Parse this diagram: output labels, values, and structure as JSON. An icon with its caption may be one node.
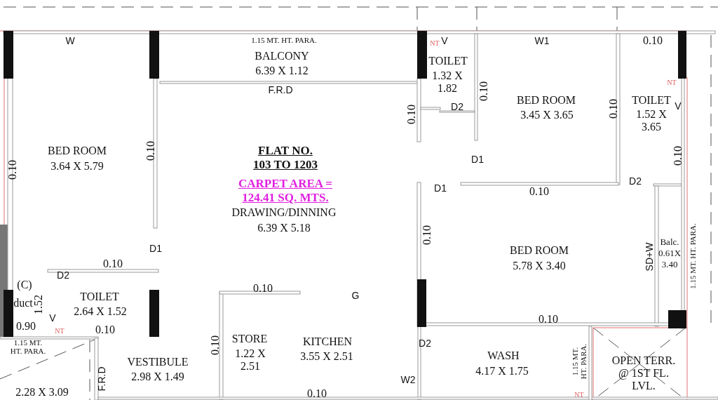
{
  "diagram": {
    "labels": [
      "W",
      "1.15 MT. HT. PARA.",
      "BALCONY",
      "6.39 X 1.12",
      "NT",
      "V",
      "W1",
      "0.10",
      "TOILET",
      "1.32 X 1.82",
      "F.R.D",
      "NT",
      "0.10",
      "BED ROOM",
      "3.45 X 3.65",
      "TOILET",
      "V",
      "1.52 X 3.65",
      "0.10",
      "D2",
      "0.10",
      "BED ROOM",
      "0.10",
      "FLAT NO. 103 TO 1203",
      "3.64 X 5.79",
      "0.10",
      "CARPET AREA = 124.41 SQ. MTS.",
      "DRAWING/DINNING",
      "6.39 X 5.18",
      "D1",
      "0.10",
      "D1",
      "0.10",
      "D2",
      "0.10",
      "BED ROOM",
      "5.78 X 3.40",
      "SD+W",
      "Balc. 0.61X 3.40",
      "1.15 MT. HT. PARA.",
      "D1",
      "0.10",
      "D2",
      "(C)",
      "0.10",
      "TOILET",
      "G",
      "duct",
      "1.52",
      "2.64 X 1.52",
      "V",
      "0.90",
      "NT",
      "0.10",
      "0.10",
      "1.15 MT. HT. PARA.",
      "STORE",
      "KITCHEN",
      "D2",
      "1.22 X 2.51",
      "3.55 X 2.51",
      "0.10",
      "WASH",
      "1.15 MT. HT. PARA.",
      "VESTIBULE",
      "OPEN TERR. @ 1ST FL. LVL.",
      "2.98 X 1.49",
      "F.R.D",
      "W2",
      "4.17 X 1.75",
      "0.10",
      "NT",
      "2.28 X 3.09"
    ]
  }
}
